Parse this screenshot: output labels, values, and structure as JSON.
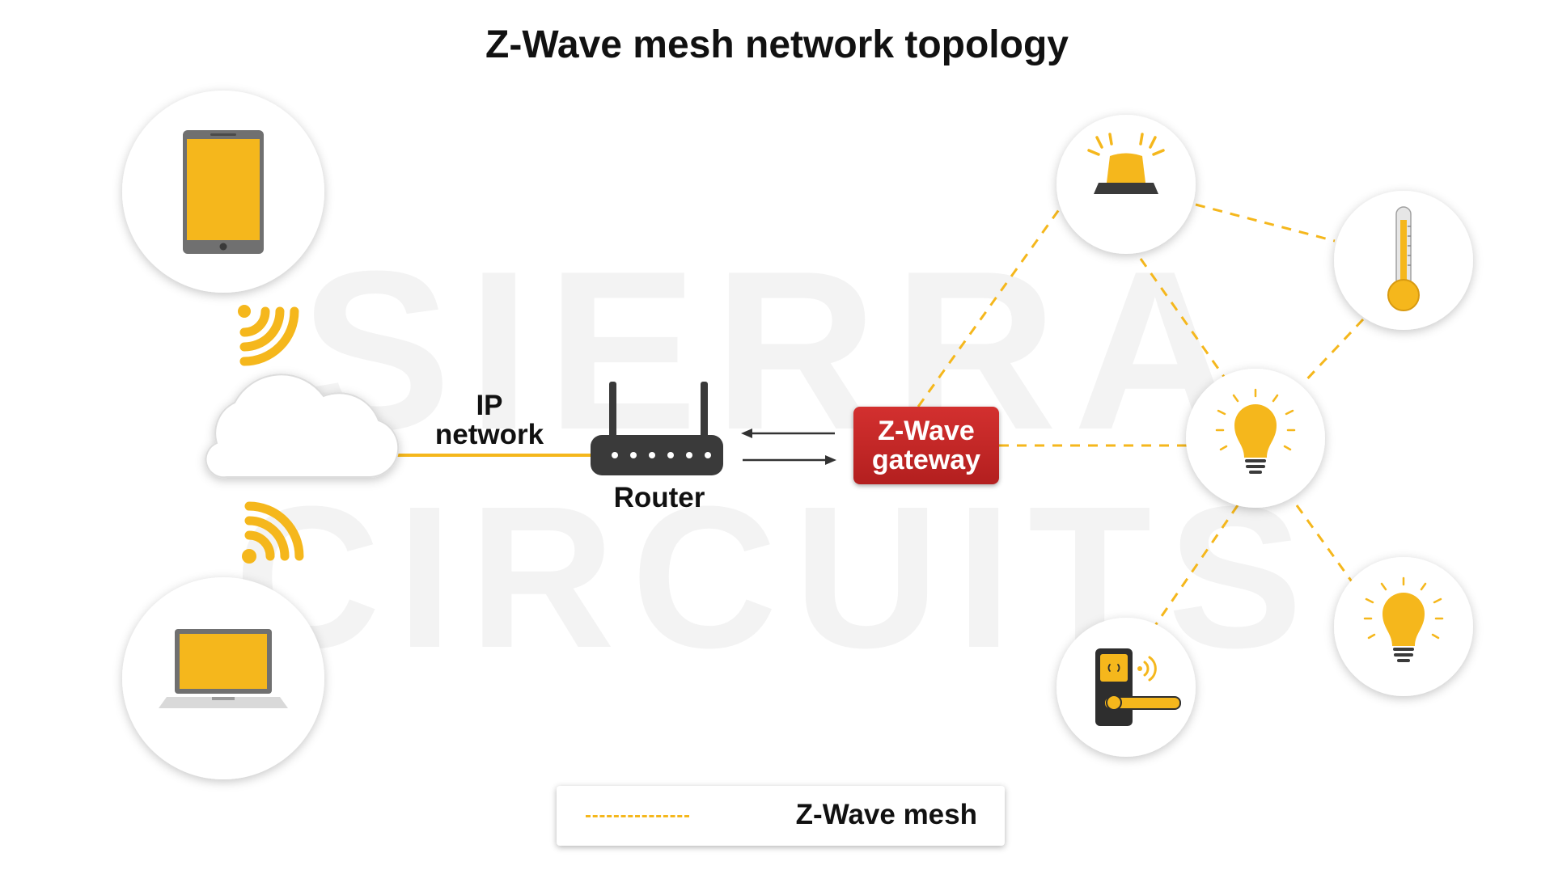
{
  "title": "Z-Wave mesh network topology",
  "labels": {
    "ip_network_line1": "IP",
    "ip_network_line2": "network",
    "router": "Router",
    "gateway_line1": "Z-Wave",
    "gateway_line2": "gateway"
  },
  "legend": {
    "mesh_label": "Z-Wave mesh"
  },
  "watermark": {
    "line1": "SIERRA",
    "line2": "CIRCUITS"
  },
  "colors": {
    "accent_yellow": "#f5b71c",
    "gateway_red": "#c42a2a",
    "router_dark": "#3a3a3a",
    "line_dark": "#333333"
  },
  "icons": {
    "tablet": "tablet-icon",
    "laptop": "laptop-icon",
    "cloud": "cloud-icon",
    "wifi": "wifi-icon",
    "router": "router-icon",
    "siren": "siren-icon",
    "thermometer": "thermometer-icon",
    "bulb": "light-bulb-icon",
    "lock": "door-lock-icon"
  }
}
